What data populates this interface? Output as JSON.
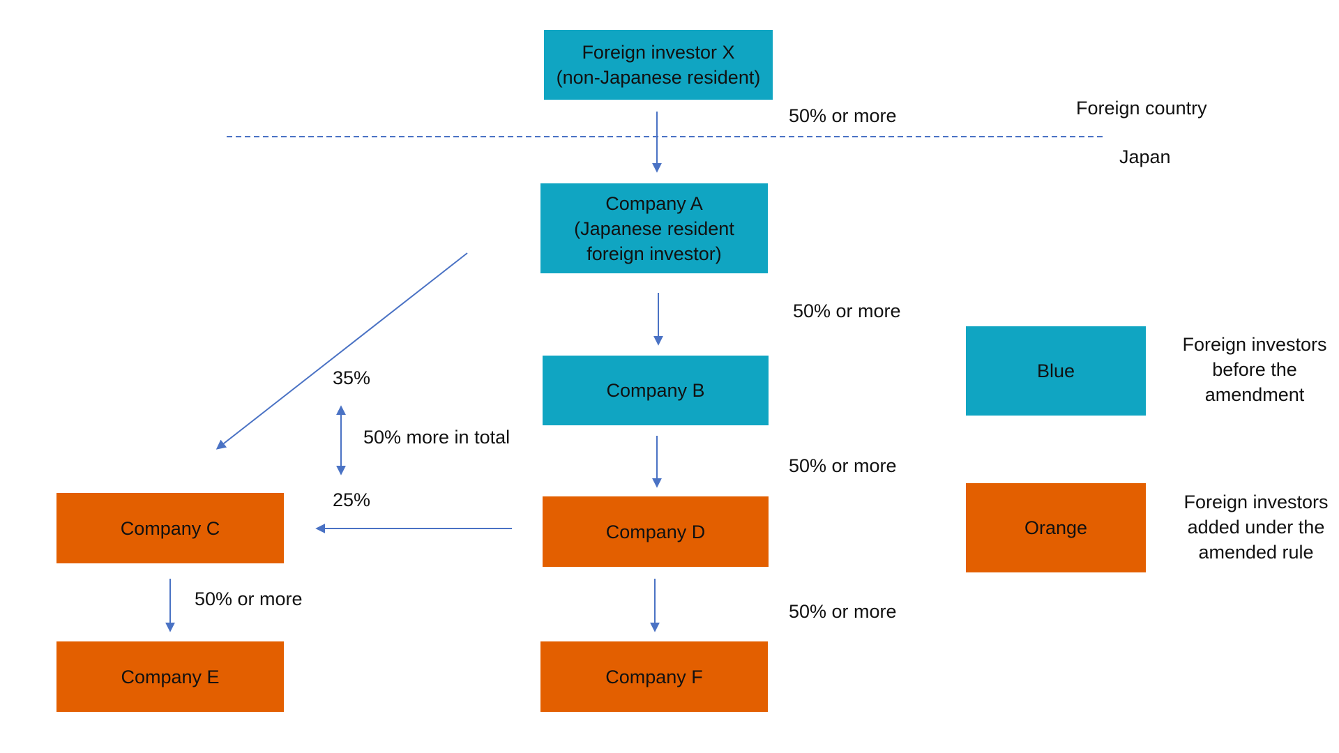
{
  "nodes": {
    "x": "Foreign investor X\n(non-Japanese resident)",
    "a": "Company A\n(Japanese resident\nforeign investor)",
    "b": "Company B",
    "c": "Company C",
    "d": "Company D",
    "e": "Company E",
    "f": "Company F"
  },
  "labels": {
    "x_to_a": "50% or more",
    "a_to_b": "50% or more",
    "b_to_d": "50% or more",
    "d_to_f": "50% or more",
    "c_to_e": "50% or more",
    "a_to_c_pct": "35%",
    "d_to_c_pct": "25%",
    "combined": "50% more in total"
  },
  "regions": {
    "foreign": "Foreign country",
    "domestic": "Japan"
  },
  "legend": {
    "blue_label": "Blue",
    "blue_desc": "Foreign investors\nbefore the\namendment",
    "orange_label": "Orange",
    "orange_desc": "Foreign investors\nadded under the\namended rule"
  },
  "colors": {
    "blue": "#10a5c2",
    "orange": "#e35f00",
    "arrow": "#4a72c4"
  }
}
